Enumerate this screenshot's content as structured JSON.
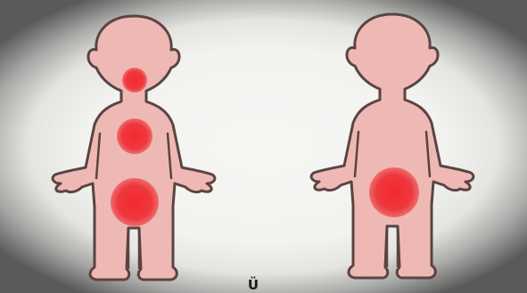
{
  "colors": {
    "background_center": "#f2f2ef",
    "background_edge": "#5a5a59",
    "body_fill": "#eeb9b4",
    "body_outline": "#5a4442",
    "spot": "#ee2c33"
  },
  "figures": [
    {
      "id": "child-left",
      "spots": [
        "mouth",
        "chest",
        "groin"
      ]
    },
    {
      "id": "child-right",
      "spots": [
        "groin"
      ]
    }
  ],
  "footer_glyph": "Ü"
}
